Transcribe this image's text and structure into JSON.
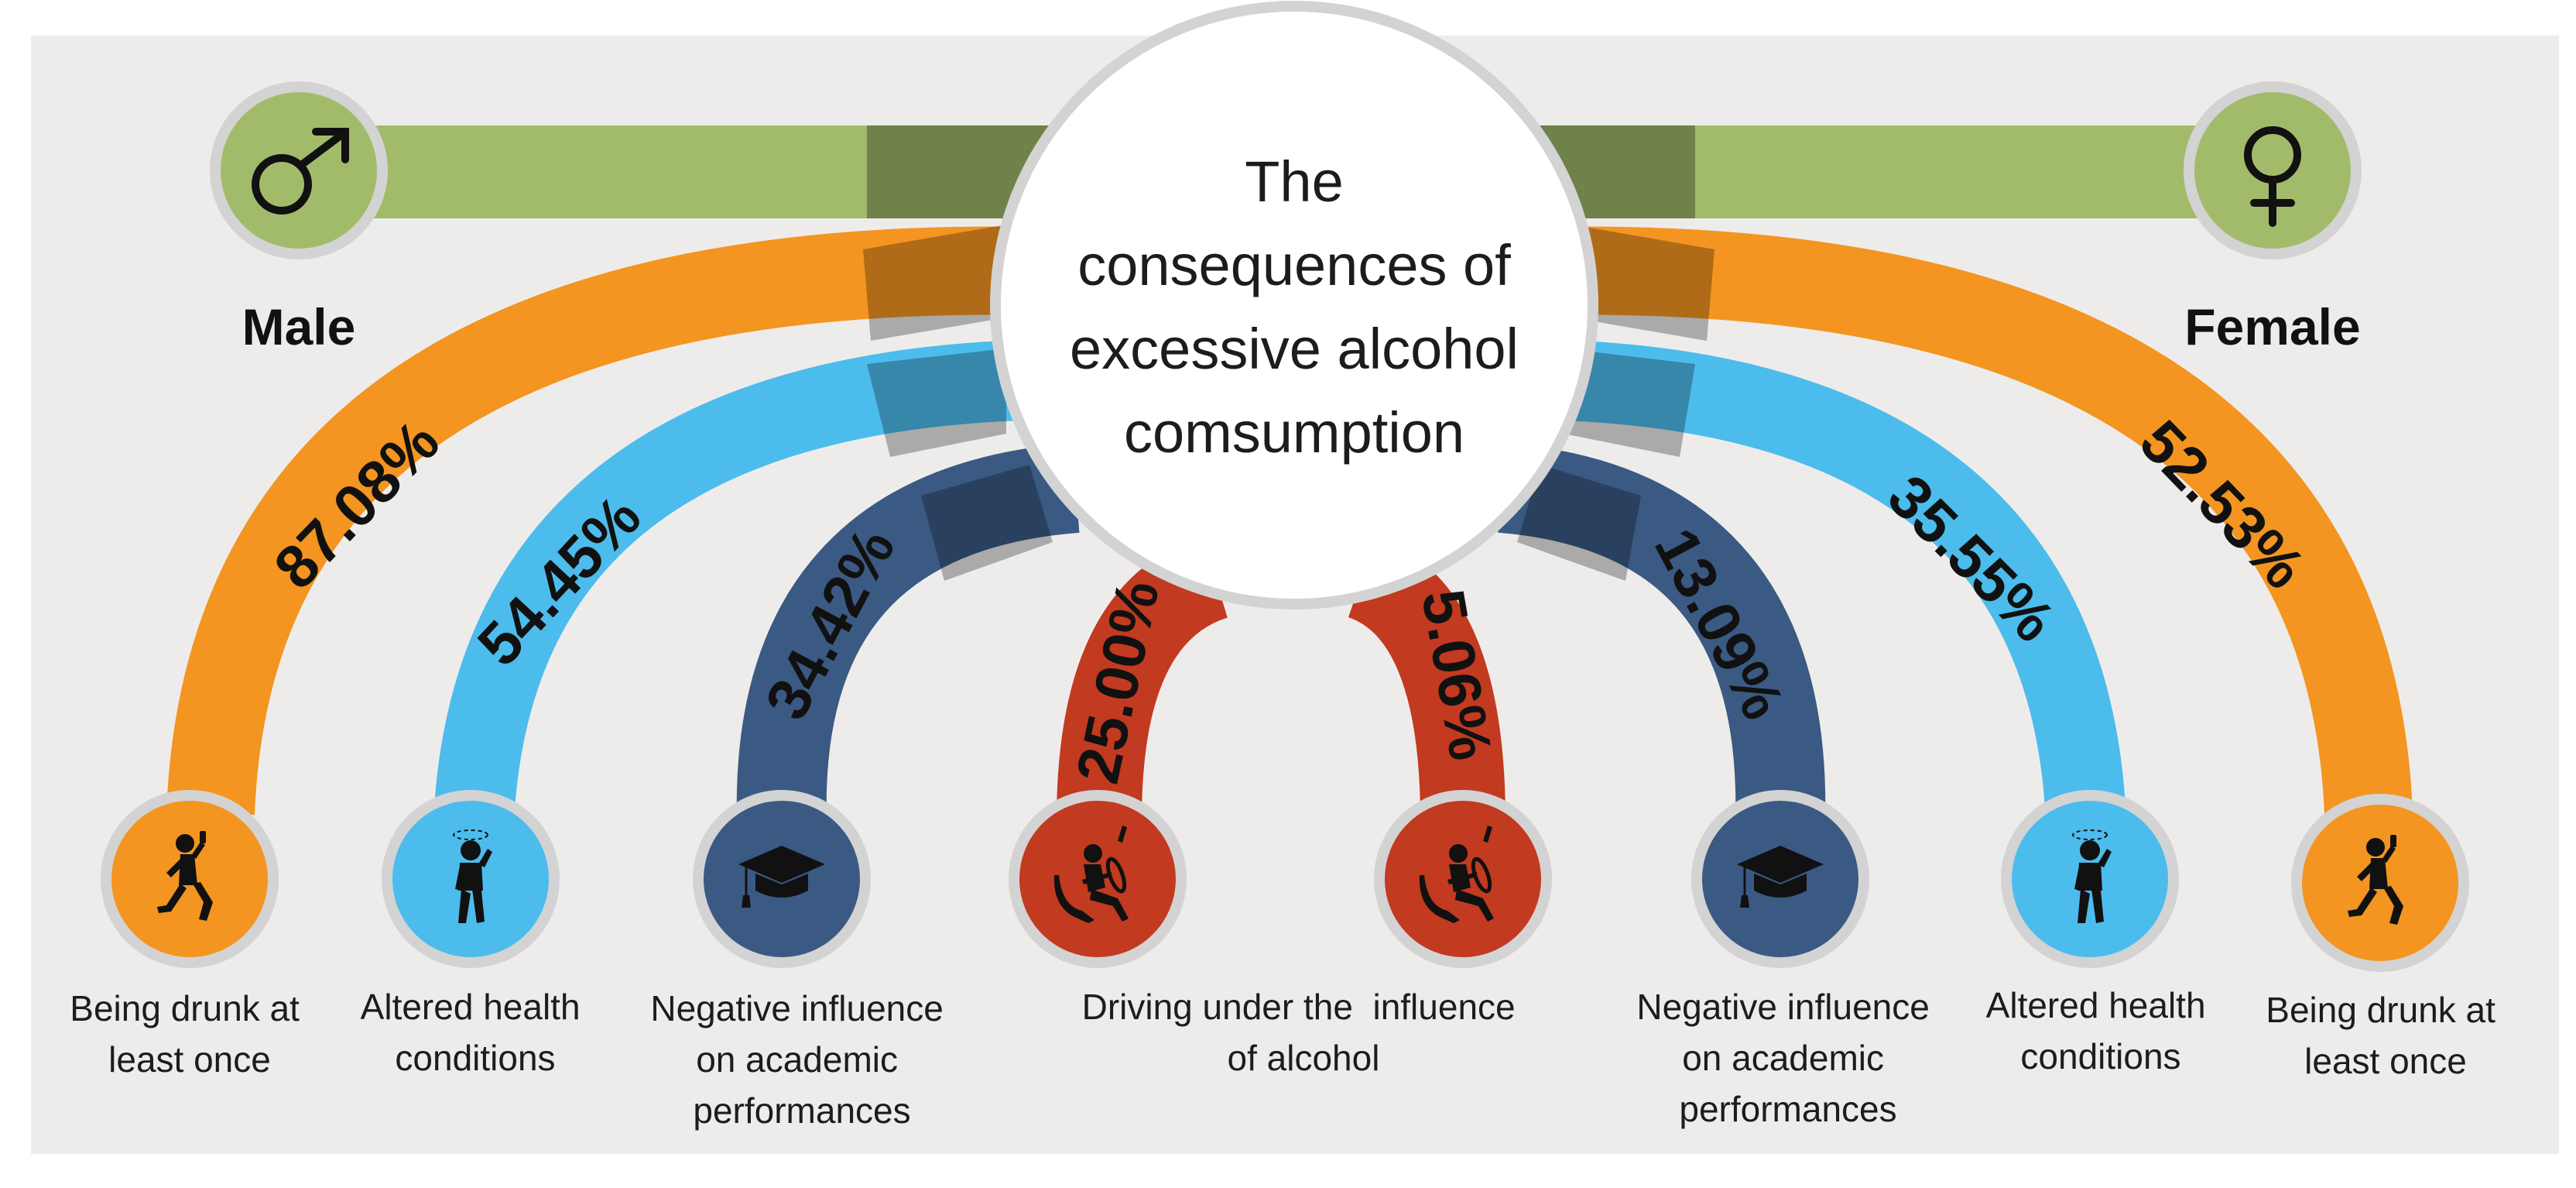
{
  "title": {
    "lines": [
      "The",
      "consequences of",
      "excessive alcohol",
      "comsumption"
    ]
  },
  "genders": {
    "male": {
      "label": "Male",
      "icon": "male-symbol-icon"
    },
    "female": {
      "label": "Female",
      "icon": "female-symbol-icon"
    }
  },
  "colors": {
    "background": "#eeeceb",
    "green": "#a2bb6b",
    "green_dark": "#6e8249",
    "orange": "#f39520",
    "light_blue": "#4cbcec",
    "navy": "#3a5a84",
    "red": "#c23a20",
    "ring": "#d3d3d3"
  },
  "categories": {
    "male_drunk": {
      "value": "87.08%",
      "caption": [
        "Being drunk at",
        "least once"
      ],
      "icon": "drinking-person-icon"
    },
    "male_health": {
      "value": "54.45%",
      "caption": [
        "Altered health",
        "conditions"
      ],
      "icon": "dizzy-person-icon"
    },
    "male_academic": {
      "value": "34.42%",
      "caption": [
        "Negative influence",
        "on academic",
        "performances"
      ],
      "icon": "graduation-cap-icon"
    },
    "male_driving": {
      "value": "25.00%",
      "icon": "drunk-driver-icon"
    },
    "female_driving": {
      "value": "5.06%",
      "icon": "drunk-driver-icon"
    },
    "female_academic": {
      "value": "13.09%",
      "caption": [
        "Negative influence",
        "on academic",
        "performances"
      ],
      "icon": "graduation-cap-icon"
    },
    "female_health": {
      "value": "35.55%",
      "caption": [
        "Altered health",
        "conditions"
      ],
      "icon": "dizzy-person-icon"
    },
    "female_drunk": {
      "value": "52.53%",
      "caption": [
        "Being drunk at",
        "least once"
      ],
      "icon": "drinking-person-icon"
    },
    "driving_caption": [
      "Driving under the  influence",
      "of alcohol"
    ]
  }
}
